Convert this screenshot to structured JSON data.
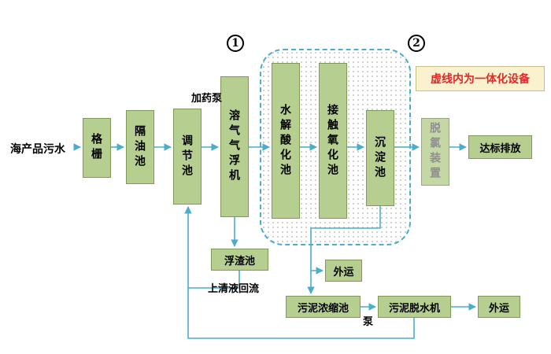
{
  "diagram": {
    "source": "海产品污水",
    "nodes": {
      "grid": "格栅",
      "oil_separation_tank": "隔油池",
      "regulation_tank": "调节池",
      "daf_machine": "溶气气浮机",
      "hydrolysis_acidification_tank": "水解酸化池",
      "contact_oxidation_tank": "接触氧化池",
      "sedimentation_tank": "沉淀池",
      "dechlorination_unit": "脱氯装置",
      "discharge": "达标排放",
      "scum_tank": "浮渣池",
      "haul_away_1": "外运",
      "sludge_thickening_tank": "污泥浓缩池",
      "sludge_dewatering_machine": "污泥脱水机",
      "haul_away_2": "外运"
    },
    "labels": {
      "dosing_pump": "加药泵",
      "supernatant_return": "上清液回流",
      "pump": "泵",
      "legend": "虚线内为一体化设备",
      "marker_1": "1",
      "marker_2": "2"
    },
    "colors": {
      "node_fill": "#b6cf90",
      "node_border": "#7d9b57",
      "connector": "#4aadc9",
      "dashed_border": "#4aadc9",
      "legend_fill": "#faf1cf",
      "legend_text": "#e02a2a",
      "dechlorination_text": "#8f8f8f"
    }
  }
}
